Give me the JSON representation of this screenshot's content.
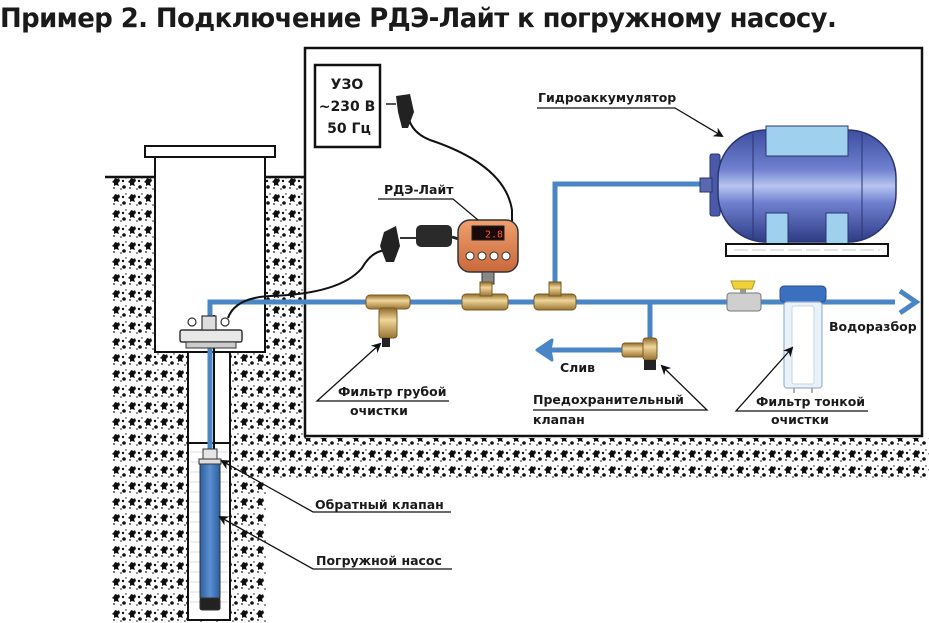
{
  "title": "Пример 2. Подключение РДЭ-Лайт к погружному насосу.",
  "power_source": {
    "line1": "УЗО",
    "line2": "~230 В",
    "line3": "50 Гц"
  },
  "labels": {
    "rde_lite": "РДЭ-Лайт",
    "accumulator": "Гидроаккумулятор",
    "coarse_filter_line1": "Фильтр грубой",
    "coarse_filter_line2": "очистки",
    "drain": "Слив",
    "safety_valve_line1": "Предохранительный",
    "safety_valve_line2": "клапан",
    "fine_filter_line1": "Фильтр тонкой",
    "fine_filter_line2": "очистки",
    "water_outlet": "Водоразбор",
    "check_valve": "Обратный клапан",
    "submersible_pump": "Погружной насос"
  },
  "controller_display": "2.8",
  "colors": {
    "pipe": "#4a86c5",
    "tank": "#5566b8",
    "tank_highlight": "#9fd0ee",
    "controller": "#e0804a",
    "brass": "#c9a45a",
    "soil": "#111111"
  }
}
